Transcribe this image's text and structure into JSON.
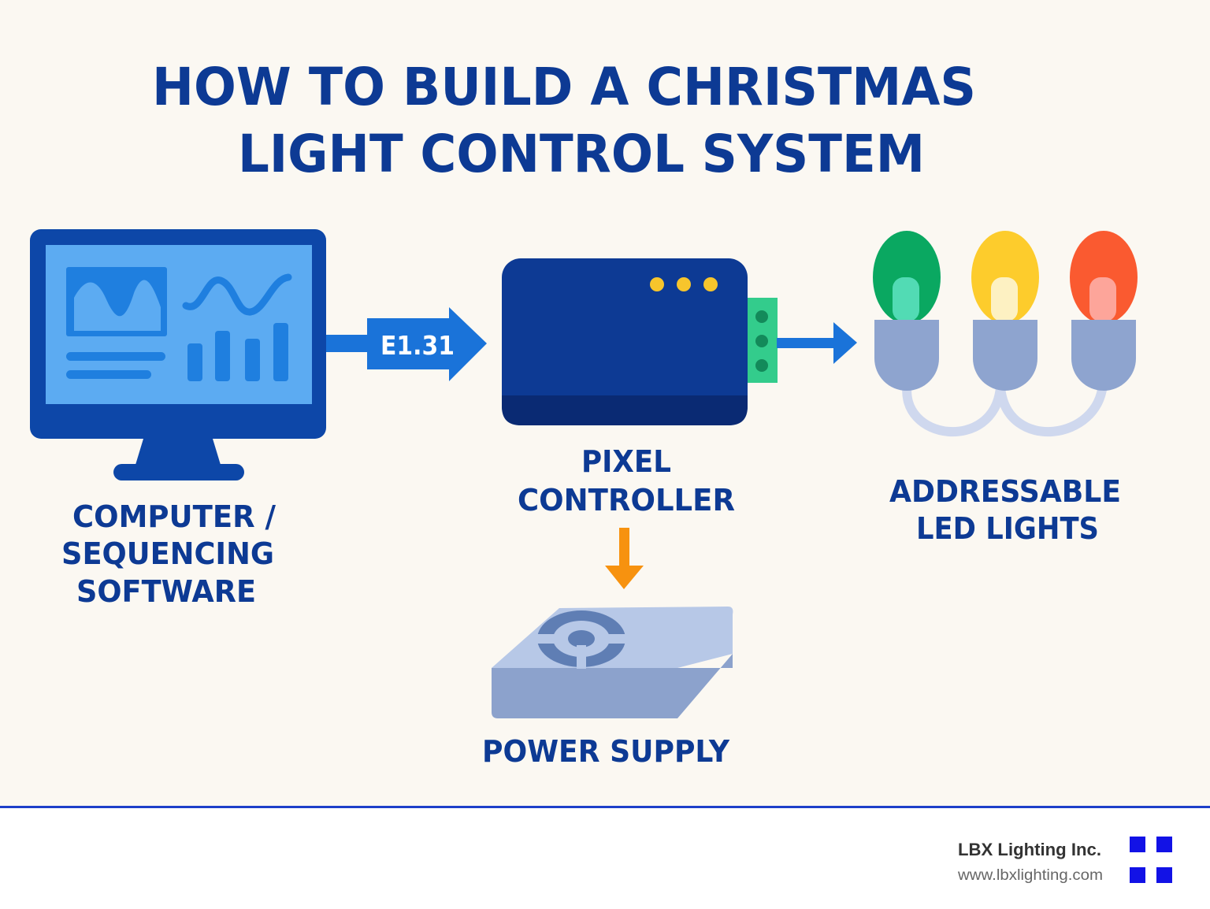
{
  "title": {
    "line1": "HOW TO BUILD A CHRISTMAS",
    "line2": "LIGHT CONTROL SYSTEM"
  },
  "nodes": {
    "computer": {
      "icon": "monitor-icon",
      "line1": "COMPUTER /",
      "line2": "SEQUENCING",
      "line3": "SOFTWARE"
    },
    "controller": {
      "icon": "pixel-controller-icon",
      "line1": "PIXEL",
      "line2": "CONTROLLER"
    },
    "lights": {
      "icon": "led-bulbs-icon",
      "line1": "ADDRESSABLE",
      "line2": "LED LIGHTS"
    },
    "power": {
      "icon": "power-supply-icon",
      "line1": "POWER SUPPLY"
    }
  },
  "edges": {
    "computer_to_controller": {
      "label": "E1.31"
    }
  },
  "footer": {
    "company": "LBX Lighting Inc.",
    "url": "www.lbxlighting.com"
  },
  "colors": {
    "background": "#fbf8f2",
    "primary_blue": "#0d3a94",
    "arrow_blue": "#1a73d9",
    "arrow_orange": "#f7920f",
    "bulb_green": "#0aa861",
    "bulb_yellow": "#fdcc2c",
    "bulb_red": "#fa5a30"
  }
}
